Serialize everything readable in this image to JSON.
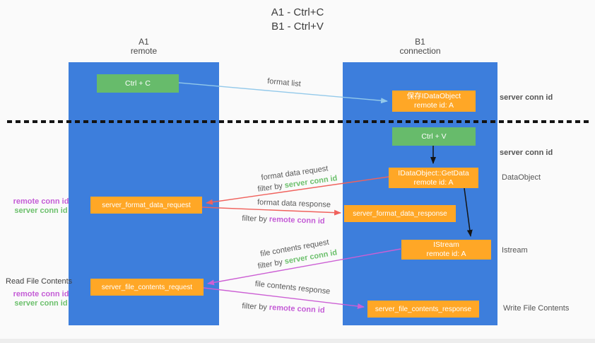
{
  "title": {
    "line1": "A1 - Ctrl+C",
    "line2": "B1 - Ctrl+V"
  },
  "lanes": {
    "left": {
      "title": "A1",
      "subtitle": "remote"
    },
    "right": {
      "title": "B1",
      "subtitle": "connection"
    }
  },
  "nodes": {
    "ctrl_c": "Ctrl + C",
    "ctrl_v": "Ctrl + V",
    "save_idataobject": {
      "line1": "保存IDataObject",
      "line2": "remote id: A"
    },
    "getdata": {
      "line1": "IDataObject::GetData",
      "line2": "remote id: A"
    },
    "istream": {
      "line1": "IStream",
      "line2": "remote id: A"
    },
    "server_format_data_request": "server_format_data_request",
    "server_format_data_response": "server_format_data_response",
    "server_file_contents_request": "server_file_contents_request",
    "server_file_contents_response": "server_file_contents_response"
  },
  "arrow_labels": {
    "format_list": "format list",
    "format_data_request": "format data request",
    "format_data_response": "format data response",
    "file_contents_request": "file contents request",
    "file_contents_response": "file contents response",
    "filter_prefix": "filter by",
    "server_conn_id": "server conn id",
    "remote_conn_id": "remote conn id"
  },
  "side_labels": {
    "server_conn_id_top": "server conn id",
    "server_conn_id_mid": "server conn id",
    "dataobject": "DataObject",
    "istream": "Istream",
    "read_file_contents": "Read File Contents",
    "write_file_contents": "Write File Contents",
    "remote_conn_id": "remote conn id",
    "server_conn_id": "server conn id"
  },
  "colors": {
    "lane_blue": "#3d7edc",
    "box_green": "#67bb6b",
    "box_orange": "#ffa726",
    "arrow_blue": "#93c9ea",
    "arrow_red": "#f0625d",
    "arrow_magenta": "#cc5fd4",
    "arrow_black": "#141414",
    "text_green": "#6cc06c",
    "text_magenta": "#c45cd6",
    "text_gray": "#595959"
  }
}
